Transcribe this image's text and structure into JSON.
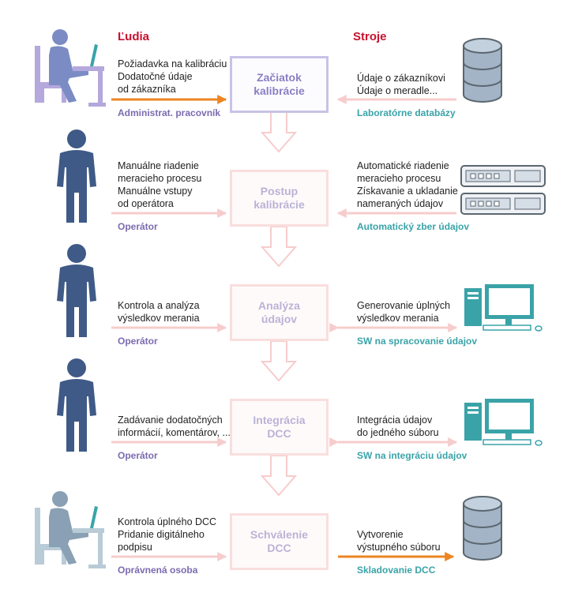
{
  "headers": {
    "people": "Ľudia",
    "machines": "Stroje"
  },
  "steps": [
    {
      "title": "Začiatok\nkalibrácie",
      "left_text": "Požiadavka na kalibráciu\nDodatočné údaje\nod zákazníka",
      "left_role": "Administrat. pracovník",
      "right_text": "Údaje o zákazníkovi\nÚdaje o meradle...",
      "right_role": "Laboratórne databázy",
      "left_icon": "person-at-laptop-icon",
      "right_icon": "database-icon"
    },
    {
      "title": "Postup\nkalibrácie",
      "left_text": "Manuálne riadenie\nmeracieho procesu\nManuálne vstupy\nod operátora",
      "left_role": "Operátor",
      "right_text": "Automatické riadenie\nmeracieho procesu\nZískavanie a ukladanie\nnameraných údajov",
      "right_role": "Automatický zber údajov",
      "left_icon": "person-icon",
      "right_icon": "rack-server-icon"
    },
    {
      "title": "Analýza\núdajov",
      "left_text": "Kontrola a analýza\nvýsledkov merania",
      "left_role": "Operátor",
      "right_text": "Generovanie úplných\nvýsledkov merania",
      "right_role": "SW na spracovanie údajov",
      "left_icon": "person-icon",
      "right_icon": "desktop-computer-icon"
    },
    {
      "title": "Integrácia\nDCC",
      "left_text": "Zadávanie dodatočných\ninformácií, komentárov, ...",
      "left_role": "Operátor",
      "right_text": "Integrácia údajov\ndo jedného súboru",
      "right_role": "SW na integráciu údajov",
      "left_icon": "person-icon",
      "right_icon": "desktop-computer-icon"
    },
    {
      "title": "Schválenie\nDCC",
      "left_text": "Kontrola úplného DCC\nPridanie digitálneho\npodpisu",
      "left_role": "Oprávnená osoba",
      "right_text": "Vytvorenie\nvýstupného súboru",
      "right_role": "Skladovanie DCC",
      "left_icon": "person-at-laptop-icon",
      "right_icon": "database-icon"
    }
  ],
  "colors": {
    "header": "#c8102e",
    "left_role": "#7b6bb0",
    "right_role": "#3aa3a8",
    "active_arrow": "#ee8522",
    "faded_arrow": "#f7cccc",
    "person": "#3f5a86",
    "person_light": "#7b8cc4",
    "computer": "#3aa3a8",
    "database": "#a3b4c6"
  }
}
